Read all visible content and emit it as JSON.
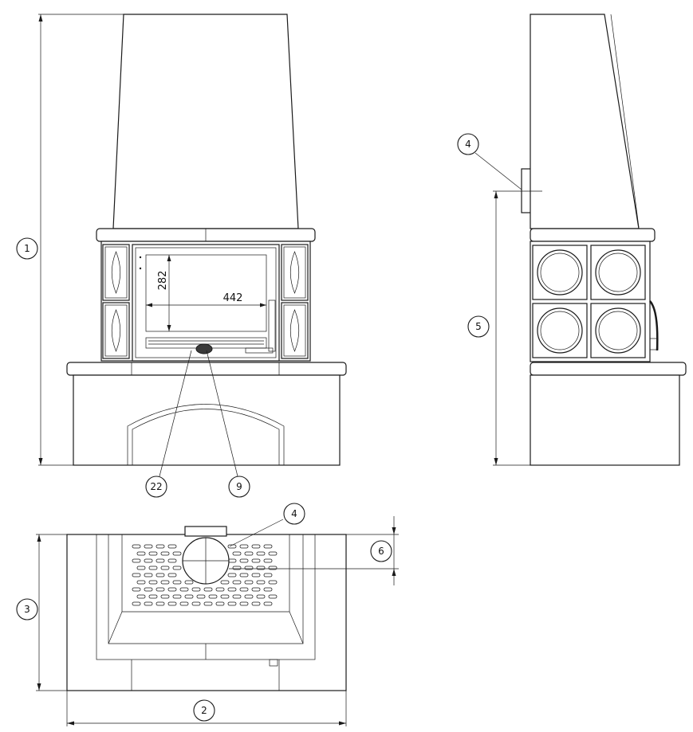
{
  "callouts": {
    "c1": "1",
    "c2": "2",
    "c3": "3",
    "c4_side": "4",
    "c4_top": "4",
    "c5": "5",
    "c6": "6",
    "c9": "9",
    "c22": "22"
  },
  "dimensions": {
    "door_height": "282",
    "door_width": "442"
  }
}
